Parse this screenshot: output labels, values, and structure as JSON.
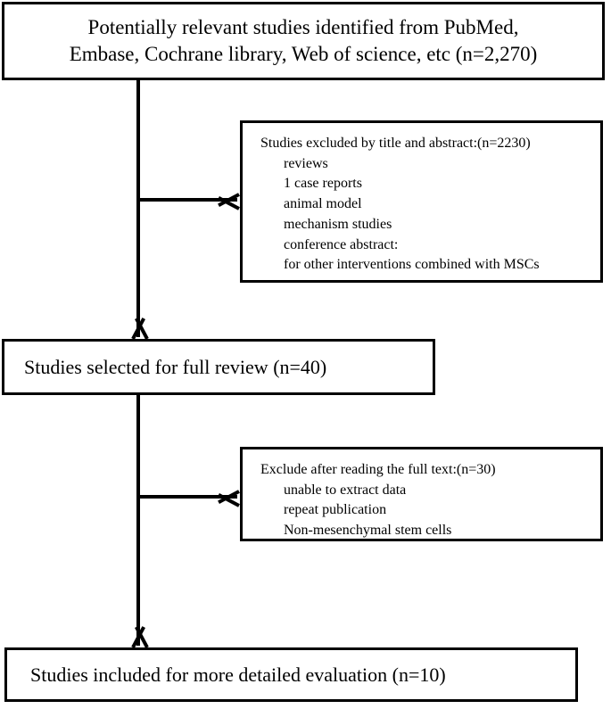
{
  "diagram": {
    "type": "prisma-study-selection-flowchart",
    "orientation": "top-to-bottom",
    "line_color": "#000000",
    "background_color": "#ffffff",
    "text_color": "#000000"
  },
  "nodes": {
    "identified": {
      "id": "identified",
      "text": "Potentially relevant studies identified from PubMed,\nEmbase, Cochrane library, Web of science, etc (n=2,270)",
      "count_label": "n=2,270",
      "count": 2270
    },
    "excluded_title_abstract": {
      "id": "excluded-title-abstract",
      "heading": "Studies excluded by title and abstract:(n=2230)",
      "count_label": "n=2230",
      "count": 2230,
      "reasons": [
        "reviews",
        "1 case reports",
        "animal model",
        "mechanism studies",
        "conference abstract:",
        "for other interventions combined with MSCs"
      ]
    },
    "full_review": {
      "id": "full-review",
      "text": "Studies selected for full review (n=40)",
      "count_label": "n=40",
      "count": 40
    },
    "excluded_full_text": {
      "id": "excluded-full-text",
      "heading": "Exclude after reading the full text:(n=30)",
      "count_label": "n=30",
      "count": 30,
      "reasons": [
        "unable to extract data",
        "repeat publication",
        "Non-mesenchymal stem cells"
      ]
    },
    "included": {
      "id": "included",
      "text": "Studies included for more detailed evaluation (n=10)",
      "count_label": "n=10",
      "count": 10
    }
  },
  "connectors": [
    {
      "id": "identified-to-full-review",
      "from": "identified",
      "to": "full_review",
      "direction": "down"
    },
    {
      "id": "identified-to-excluded-title-abstract",
      "from": "identified",
      "to": "excluded_title_abstract",
      "direction": "right"
    },
    {
      "id": "full-review-to-included",
      "from": "full_review",
      "to": "included",
      "direction": "down"
    },
    {
      "id": "full-review-to-excluded-full-text",
      "from": "full_review",
      "to": "excluded_full_text",
      "direction": "right"
    }
  ]
}
